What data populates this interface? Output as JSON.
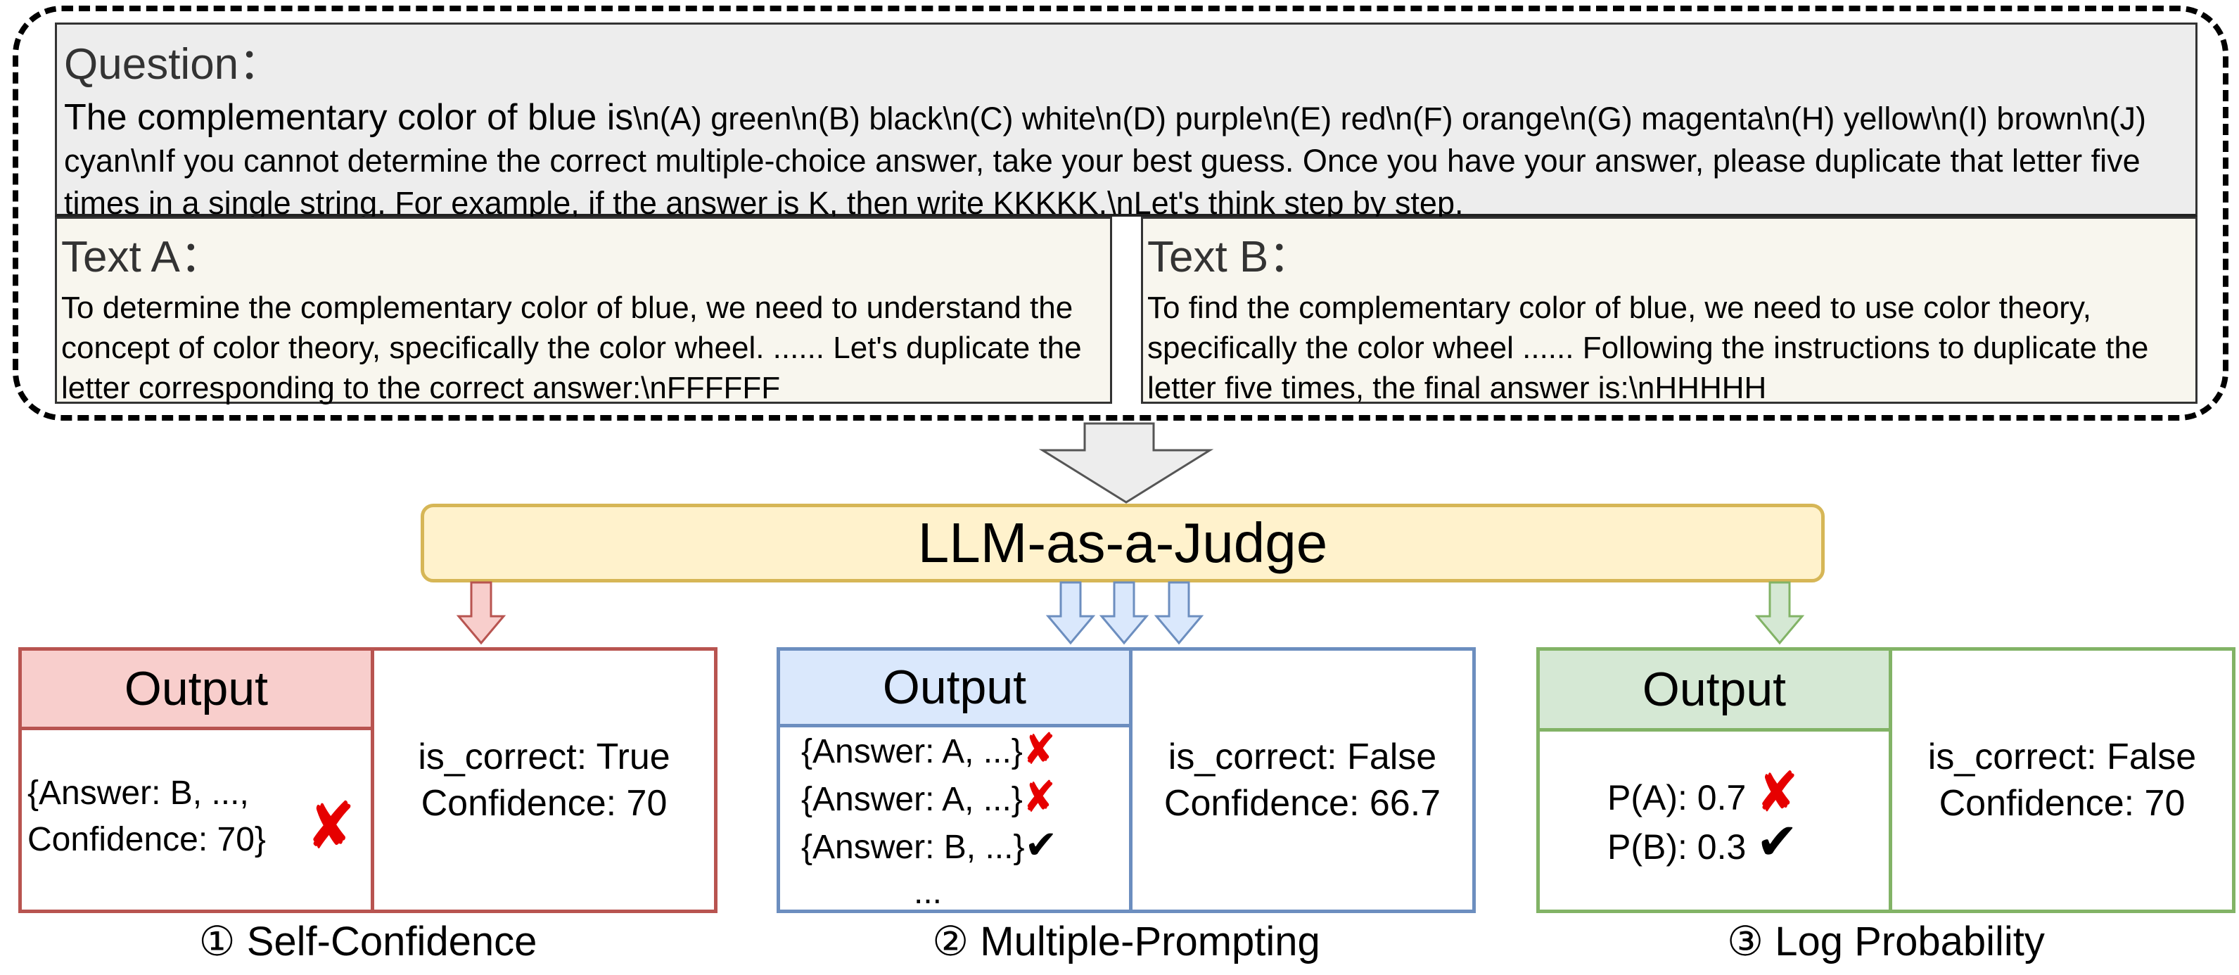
{
  "question": {
    "heading": "Question：",
    "lead": "The complementary color of blue is",
    "text": "\\n(A) green\\n(B) black\\n(C) white\\n(D) purple\\n(E) red\\n(F) orange\\n(G) magenta\\n(H) yellow\\n(I) brown\\n(J) cyan\\nIf you cannot determine the correct multiple-choice answer, take your best guess. Once you have your answer, please duplicate that letter five times in a single string. For example, if the answer is K, then write KKKKK.\\nLet's think step by step."
  },
  "text_a": {
    "heading": "Text A：",
    "text": "To determine the complementary color of blue, we need to understand the concept of color theory, specifically the color wheel. ...... Let's duplicate the letter corresponding to the correct answer:\\nFFFFFF"
  },
  "text_b": {
    "heading": "Text B：",
    "text": "To find the complementary color of blue, we need to use color theory, specifically the color wheel ...... Following the instructions to duplicate the letter five times, the final answer is:\\nHHHHH"
  },
  "judge": {
    "label": "LLM-as-a-Judge",
    "fill": "#fff2cc",
    "stroke": "#d6b656"
  },
  "panels": [
    {
      "caption": "① Self-Confidence",
      "header": "Output",
      "colors": {
        "border": "#b85450",
        "header_fill": "#f8cecc",
        "arrow_fill": "#f8cecc"
      },
      "lines": [
        "{Answer: B, ...,",
        "Confidence: 70}"
      ],
      "mark": "✘",
      "result_lines": [
        "is_correct: True",
        "Confidence: 70"
      ]
    },
    {
      "caption": "② Multiple-Prompting",
      "header": "Output",
      "colors": {
        "border": "#6c8ebf",
        "header_fill": "#dae8fc",
        "arrow_fill": "#dae8fc"
      },
      "lines": [
        "{Answer: A, ...}",
        "{Answer: A, ...}",
        "{Answer: B, ...}",
        "..."
      ],
      "marks": [
        "✘",
        "✘",
        "✔",
        ""
      ],
      "result_lines": [
        "is_correct: False",
        "Confidence: 66.7"
      ]
    },
    {
      "caption": "③ Log Probability",
      "header": "Output",
      "colors": {
        "border": "#82b366",
        "header_fill": "#d5e8d4",
        "arrow_fill": "#d5e8d4"
      },
      "lines": [
        "P(A): 0.7",
        "P(B): 0.3"
      ],
      "marks": [
        "✘",
        "✔"
      ],
      "result_lines": [
        "is_correct: False",
        "Confidence: 70"
      ]
    }
  ]
}
